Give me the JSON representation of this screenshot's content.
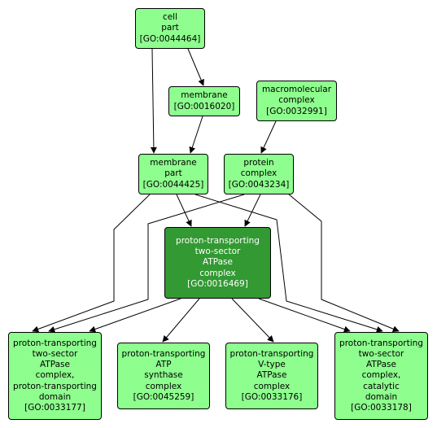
{
  "colors": {
    "node_fill": "#8eff8e",
    "focus_fill": "#339933",
    "focus_text": "#ffffff",
    "edge": "#000000"
  },
  "nodes": [
    {
      "id": "GO:0044464",
      "label": "cell\npart\n[GO:0044464]"
    },
    {
      "id": "GO:0016020",
      "label": "membrane\n[GO:0016020]"
    },
    {
      "id": "GO:0032991",
      "label": "macromolecular\ncomplex\n[GO:0032991]"
    },
    {
      "id": "GO:0044425",
      "label": "membrane\npart\n[GO:0044425]"
    },
    {
      "id": "GO:0043234",
      "label": "protein\ncomplex\n[GO:0043234]"
    },
    {
      "id": "GO:0016469",
      "label": "proton-transporting\ntwo-sector\nATPase\ncomplex\n[GO:0016469]",
      "focus": true
    },
    {
      "id": "GO:0033177",
      "label": "proton-transporting\ntwo-sector\nATPase\ncomplex,\nproton-transporting\ndomain\n[GO:0033177]"
    },
    {
      "id": "GO:0045259",
      "label": "proton-transporting\nATP\nsynthase\ncomplex\n[GO:0045259]"
    },
    {
      "id": "GO:0033176",
      "label": "proton-transporting\nV-type\nATPase\ncomplex\n[GO:0033176]"
    },
    {
      "id": "GO:0033178",
      "label": "proton-transporting\ntwo-sector\nATPase\ncomplex,\ncatalytic\ndomain\n[GO:0033178]"
    }
  ],
  "edges": [
    {
      "from": "GO:0044464",
      "to": "GO:0016020"
    },
    {
      "from": "GO:0044464",
      "to": "GO:0044425"
    },
    {
      "from": "GO:0016020",
      "to": "GO:0044425"
    },
    {
      "from": "GO:0032991",
      "to": "GO:0043234"
    },
    {
      "from": "GO:0044425",
      "to": "GO:0016469"
    },
    {
      "from": "GO:0043234",
      "to": "GO:0016469"
    },
    {
      "from": "GO:0044425",
      "to": "GO:0033177"
    },
    {
      "from": "GO:0043234",
      "to": "GO:0033177"
    },
    {
      "from": "GO:0016469",
      "to": "GO:0033177"
    },
    {
      "from": "GO:0016469",
      "to": "GO:0045259"
    },
    {
      "from": "GO:0016469",
      "to": "GO:0033176"
    },
    {
      "from": "GO:0016469",
      "to": "GO:0033178"
    },
    {
      "from": "GO:0044425",
      "to": "GO:0033178"
    },
    {
      "from": "GO:0043234",
      "to": "GO:0033178"
    }
  ]
}
